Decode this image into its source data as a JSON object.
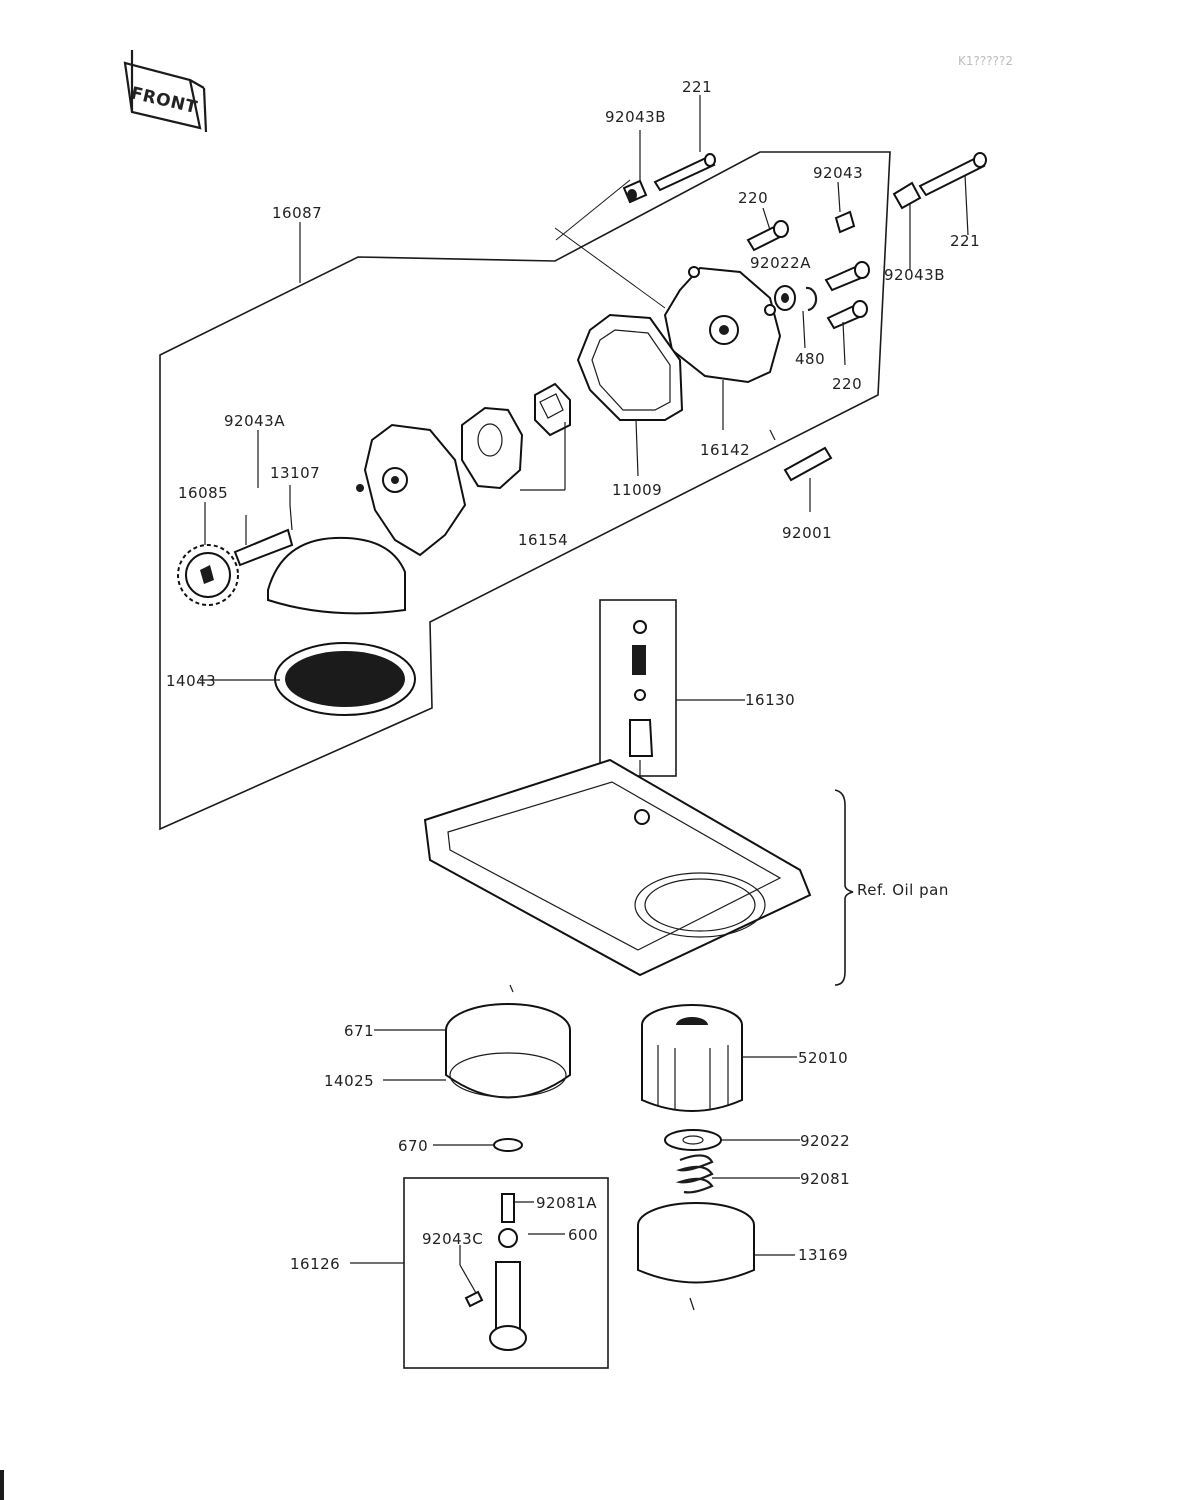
{
  "figure_code": "K1?????2",
  "front_tag": "FRONT",
  "ref_note": "Ref. Oil pan",
  "labels": {
    "p221_top": "221",
    "p92043B_top": "92043B",
    "p16087": "16087",
    "p220_top": "220",
    "p92043": "92043",
    "p92022A": "92022A",
    "p92043B_right": "92043B",
    "p221_right": "221",
    "p480": "480",
    "p220_bottom": "220",
    "p16142": "16142",
    "p11009": "11009",
    "p16154": "16154",
    "p92001": "92001",
    "p92043A": "92043A",
    "p13107": "13107",
    "p16085": "16085",
    "p14043": "14043",
    "p16130": "16130",
    "p671": "671",
    "p14025": "14025",
    "p52010": "52010",
    "p670": "670",
    "p92022": "92022",
    "p92081": "92081",
    "p92081A": "92081A",
    "p600": "600",
    "p92043C": "92043C",
    "p16126": "16126",
    "p13169": "13169"
  },
  "colors": {
    "ink": "#1b1b1b",
    "paper": "#ffffff"
  }
}
